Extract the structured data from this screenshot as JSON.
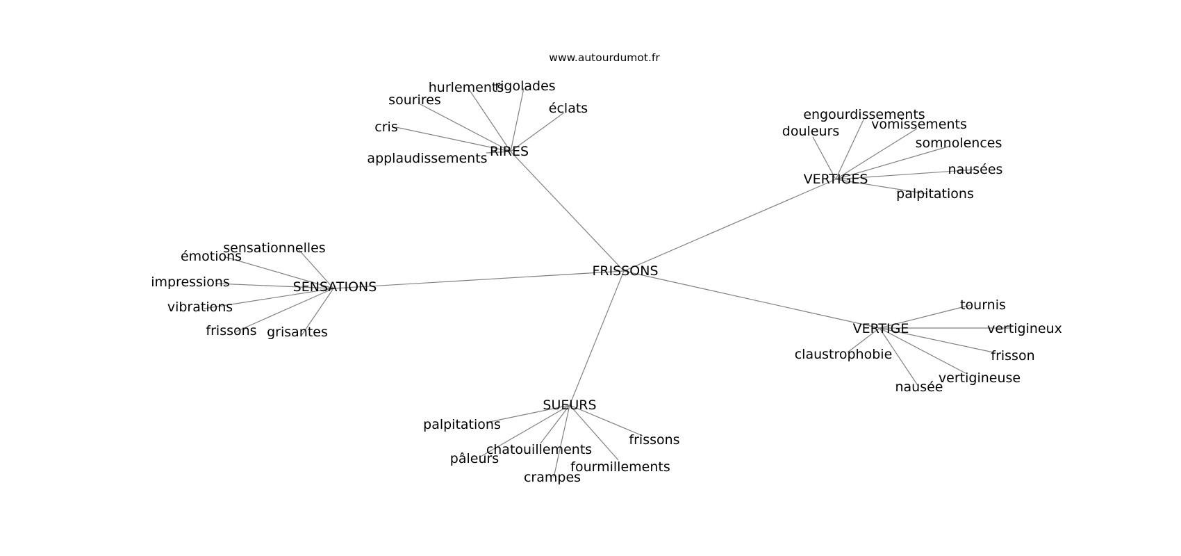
{
  "site": "www.autourdumot.fr",
  "graph": {
    "center": "FRISSONS",
    "groups": [
      {
        "hub": "RIRES",
        "words": [
          "applaudissements",
          "cris",
          "sourires",
          "hurlements",
          "rigolades",
          "éclats"
        ]
      },
      {
        "hub": "VERTIGES",
        "words": [
          "douleurs",
          "engourdissements",
          "vomissements",
          "somnolences",
          "nausées",
          "palpitations"
        ]
      },
      {
        "hub": "SENSATIONS",
        "words": [
          "sensationnelles",
          "émotions",
          "impressions",
          "vibrations",
          "frissons",
          "grisantes"
        ]
      },
      {
        "hub": "VERTIGE",
        "words": [
          "tournis",
          "vertigineux",
          "frisson",
          "vertigineuse",
          "nausée",
          "claustrophobie"
        ]
      },
      {
        "hub": "SUEURS",
        "words": [
          "palpitations",
          "chatouillements",
          "pâleurs",
          "crampes",
          "fourmillements",
          "frissons"
        ]
      }
    ]
  }
}
